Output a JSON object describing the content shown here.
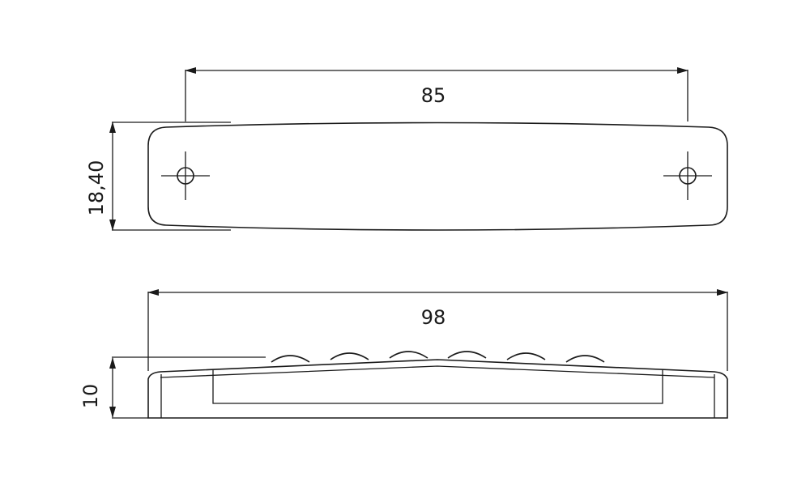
{
  "colors": {
    "line": "#1a1a1a",
    "background": "#ffffff"
  },
  "top_view": {
    "length_label": "85",
    "height_label": "18,40"
  },
  "side_view": {
    "length_label": "98",
    "height_label": "10"
  }
}
